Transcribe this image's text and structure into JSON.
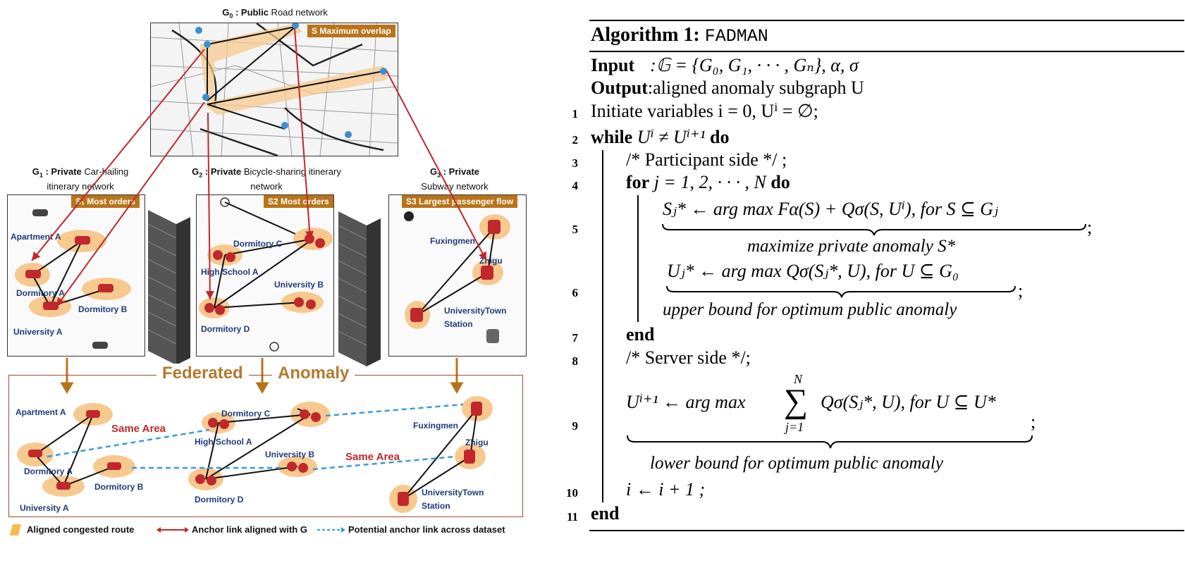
{
  "figure": {
    "g0_title_prefix": "G",
    "g0_title_sub": "0",
    "g0_title_bold": " : Public",
    "g0_title_rest": " Road network",
    "s_max_overlap": "S Maximum overlap",
    "g1_title_prefix": "G",
    "g1_title_sub": "1",
    "g1_title_bold": " : Private",
    "g1_title_rest": " Car-hailing",
    "g1_title_line2": "itinerary network",
    "g2_title_prefix": "G",
    "g2_title_sub": "2",
    "g2_title_bold": " : Private",
    "g2_title_rest": " Bicycle-sharing itinerary",
    "g2_title_line2": "network",
    "g3_title_prefix": "G",
    "g3_title_sub": "3",
    "g3_title_bold": " : Private",
    "g3_title_line2": "Subway  network",
    "s1_badge": "S₁ Most orders",
    "s2_badge": "S2 Most orders",
    "s3_badge": "S3 Largest passenger flow",
    "g1_nodes": [
      "Apartment A",
      "Dormitory A",
      "Dormitory B",
      "University A"
    ],
    "g2_nodes": [
      "Dormitory C",
      "High School A",
      "University B",
      "Dormitory D"
    ],
    "g3_nodes": [
      "Fuxingmen",
      "Zhigu",
      "UniversityTown",
      "Station"
    ],
    "federated_left": "Federated",
    "federated_right": "Anomaly",
    "fed_nodes_1": [
      "Apartment A",
      "Dormitory A",
      "Dormitory B",
      "University A"
    ],
    "fed_nodes_2": [
      "Dormitory C",
      "High School A",
      "University B",
      "Dormitory D"
    ],
    "fed_nodes_3": [
      "Fuxingmen",
      "Zhigu",
      "UniversityTown",
      "Station"
    ],
    "same_area_1": "Same Area",
    "same_area_2": "Same Area",
    "legend_1": "Aligned congested route",
    "legend_2": "Anchor link aligned with G",
    "legend_3": "Potential anchor link across dataset",
    "colors": {
      "route": "#f7c98f",
      "anchor": "#c0282b",
      "potential": "#3a9ad9",
      "badge": "#b8741a",
      "node": "#c0282b",
      "label": "#1f3a7a"
    }
  },
  "algorithm": {
    "title_bold": "Algorithm 1:",
    "title_name": "FADMAN",
    "input_label": "Input",
    "input_body": ":𝔾 = {G₀, G₁, · · · , Gₙ}, α, σ",
    "output_label": "Output",
    "output_body": ":aligned anomaly subgraph U",
    "lines": [
      {
        "no": "1",
        "text": "Initiate variables i = 0, Uⁱ = ∅;"
      },
      {
        "no": "2",
        "kw1": "while",
        "text": " Uⁱ ≠ Uⁱ⁺¹ ",
        "kw2": "do"
      },
      {
        "no": "3",
        "text": "/* Participant side */ ;"
      },
      {
        "no": "4",
        "kw1": "for",
        "text": " j = 1, 2, · · · , N ",
        "kw2": "do"
      },
      {
        "no": "5",
        "text": "Sⱼ* ← arg max Fα(S) + Qσ(S, Uⁱ), for S ⊆ Gⱼ",
        "annot": "maximize private anomaly S*"
      },
      {
        "no": "6",
        "text": "Uⱼ* ← arg max Qσ(Sⱼ*, U), for U ⊆ G₀",
        "annot": "upper bound for optimum public anomaly"
      },
      {
        "no": "7",
        "kw1": "end"
      },
      {
        "no": "8",
        "text": "/* Server side */;"
      },
      {
        "no": "9",
        "text_left": "Uⁱ⁺¹ ← arg max",
        "sum_top": "N",
        "sum_bot": "j=1",
        "text_right": "Qσ(Sⱼ*, U), for U ⊆ U*",
        "annot": "lower bound for optimum public anomaly"
      },
      {
        "no": "10",
        "text": "i ← i + 1 ;"
      },
      {
        "no": "11",
        "kw1": "end"
      }
    ]
  }
}
